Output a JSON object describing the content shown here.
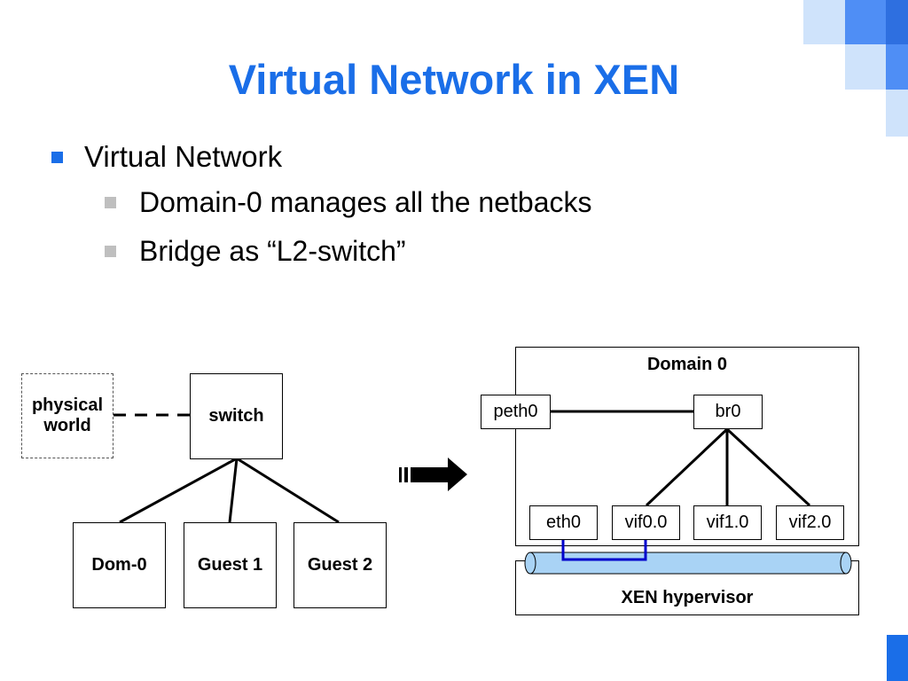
{
  "slide": {
    "title": "Virtual Network in XEN",
    "bullets": {
      "level1": "Virtual Network",
      "level2": [
        "Domain-0 manages all the netbacks",
        "Bridge as “L2-switch”"
      ]
    }
  },
  "left_diagram": {
    "physical_world": "physical world",
    "switch": "switch",
    "nodes": [
      "Dom-0",
      "Guest 1",
      "Guest 2"
    ]
  },
  "right_diagram": {
    "domain_label": "Domain 0",
    "peth": "peth0",
    "bridge": "br0",
    "interfaces": [
      "eth0",
      "vif0.0",
      "vif1.0",
      "vif2.0"
    ],
    "hypervisor": "XEN hypervisor"
  },
  "colors": {
    "title": "#1a6ee8",
    "bullet_level1": "#1a6ee8",
    "bullet_level2": "#bfbfbf",
    "hypervisor_channel": "#a9d3f5",
    "link_highlight": "#0000cc",
    "deco_blue_dark": "#4f8ef5",
    "deco_blue_light": "#cfe3fb"
  },
  "icons": [
    "right-arrow-icon"
  ]
}
